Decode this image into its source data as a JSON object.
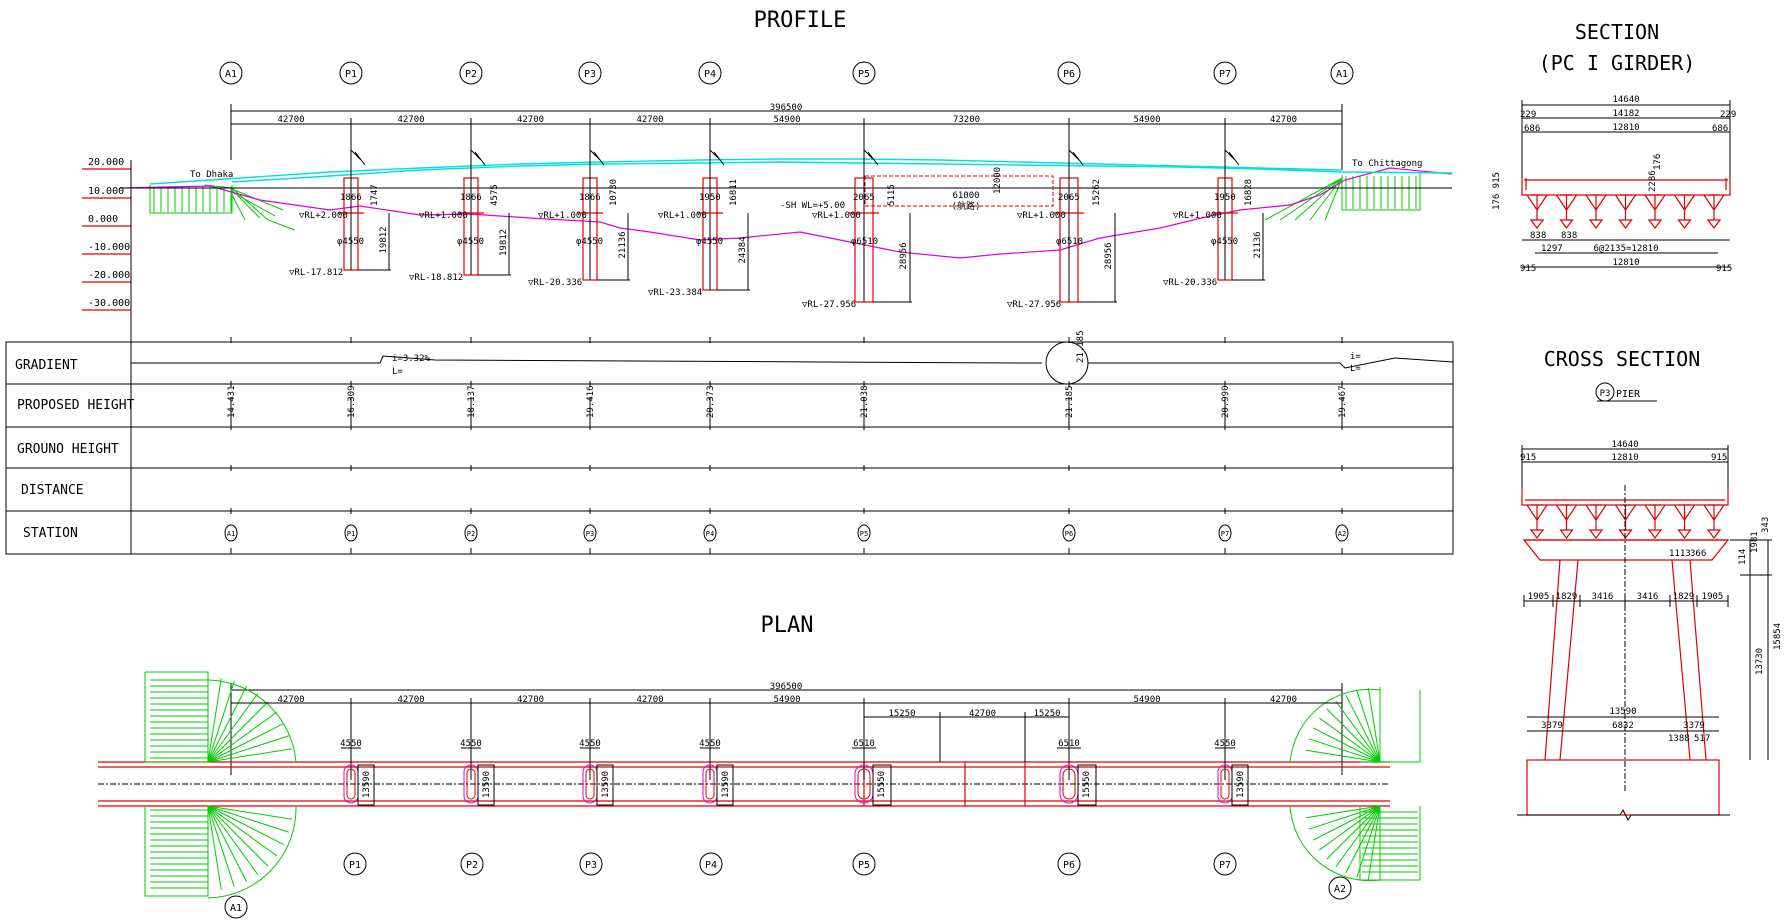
{
  "titles": {
    "profile": "PROFILE",
    "plan": "PLAN",
    "section_line1": "SECTION",
    "section_line2": "(PC I GIRDER)",
    "cross_section": "CROSS SECTION",
    "pier_label": "PIER",
    "pier_ref": "P3"
  },
  "supports": [
    "A1",
    "P1",
    "P2",
    "P3",
    "P4",
    "P5",
    "P6",
    "P7",
    "A1"
  ],
  "station_marks": [
    "A1",
    "P1",
    "P2",
    "P3",
    "P4",
    "P5",
    "P6",
    "P7",
    "A2"
  ],
  "plan_marks": [
    "A1",
    "P1",
    "P2",
    "P3",
    "P4",
    "P5",
    "P6",
    "P7",
    "A2"
  ],
  "total_length": "396500",
  "spans": [
    "42700",
    "42700",
    "42700",
    "42700",
    "54900",
    "73200",
    "54900",
    "42700"
  ],
  "elevations": [
    "20.000",
    "10.000",
    "0.000",
    "-10.000",
    "-20.000",
    "-30.000"
  ],
  "directions": {
    "left": "To Dhaka",
    "right": "To Chittagong"
  },
  "water": {
    "level": "-SH WL=+5.00",
    "nav_width": "61000",
    "nav_label": "(航路)",
    "nav_height": "12000"
  },
  "rows": {
    "gradient": "GRADIENT",
    "proposed": "PROPOSED HEIGHT",
    "ground": "GROUNO HEIGHT",
    "distance": "DISTANCE",
    "station": "STATION"
  },
  "gradient_text": {
    "slope": "i=3.32%",
    "len": "L=",
    "right_i": "i=",
    "right_l": "L=",
    "mid": "21.185"
  },
  "proposed_heights": [
    "14.431",
    "16.309",
    "18.137",
    "19.416",
    "20.373",
    "21.038",
    "21.185",
    "20.990",
    "19.467"
  ],
  "piers": [
    {
      "dia": "φ4550",
      "rl": "▽RL-17.812",
      "top": "▽RL+2.000",
      "pile": "19812",
      "h": "1747",
      "w": "1866"
    },
    {
      "dia": "φ4550",
      "rl": "▽RL-18.812",
      "top": "▽RL+1.000",
      "pile": "19812",
      "h": "4575",
      "w": "1866"
    },
    {
      "dia": "φ4550",
      "rl": "▽RL-20.336",
      "top": "▽RL+1.000",
      "pile": "21136",
      "h": "10730",
      "w": "1866"
    },
    {
      "dia": "φ4550",
      "rl": "▽RL-23.384",
      "top": "▽RL+1.000",
      "pile": "24384",
      "h": "16811",
      "w": "1950"
    },
    {
      "dia": "φ6510",
      "rl": "▽RL-27.956",
      "top": "▽RL+1.000",
      "pile": "28956",
      "h": "5115",
      "w": "2065"
    },
    {
      "dia": "φ6510",
      "rl": "▽RL-27.956",
      "top": "▽RL+1.000",
      "pile": "28956",
      "h": "15262",
      "w": "2065"
    },
    {
      "dia": "φ4550",
      "rl": "▽RL-20.336",
      "top": "▽RL+1.000",
      "pile": "21136",
      "h": "16828",
      "w": "1950"
    }
  ],
  "plan_dims": {
    "total": "396500",
    "spans": [
      "42700",
      "42700",
      "42700",
      "42700",
      "54900",
      "15250",
      "42700",
      "15250",
      "54900",
      "42700"
    ],
    "pier_w": [
      "4550",
      "4550",
      "4550",
      "4550",
      "6510",
      "6510",
      "4550"
    ],
    "pier_l": [
      "13590",
      "13590",
      "13590",
      "13590",
      "15550",
      "15550",
      "13590"
    ]
  },
  "girder": {
    "w1": "14640",
    "w2": "14182",
    "w3": "12810",
    "e1": "229",
    "e2": "686",
    "h": "176",
    "h2": "915",
    "h3": "2286",
    "b1": "838",
    "b2": "1297",
    "b3": "6@2135=12810",
    "bot": "12810",
    "bot_e": "915",
    "left_h": "176 915"
  },
  "pier_section": {
    "w1": "14640",
    "w2": "12810",
    "e": "915",
    "h1": "343",
    "h2": "1981",
    "h3": "1113",
    "h4": "366",
    "h5": "114",
    "seg": [
      "1905",
      "1829",
      "3416",
      "3416",
      "1829",
      "1905"
    ],
    "col_h": "13730",
    "tot_h": "15854",
    "base": "13590",
    "base_seg": [
      "3379",
      "6832",
      "3379"
    ],
    "b2": "1388",
    "b3": "517"
  }
}
